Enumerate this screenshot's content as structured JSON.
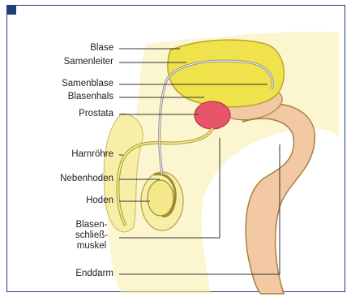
{
  "labels": {
    "blase": "Blase",
    "samenleiter": "Samenleiter",
    "samenblase": "Samenblase",
    "blasenhals": "Blasenhals",
    "prostata": "Prostata",
    "harnroehre": "Harnröhre",
    "nebenhoden": "Nebenhoden",
    "hoden": "Hoden",
    "blasenschliessmuskel": "Blasen-\nschließ-\nmuskel",
    "enddarm": "Enddarm"
  },
  "colors": {
    "frame": "#1f3f79",
    "bladder": "#f2e24a",
    "prostate": "#e8556a",
    "tissue": "#f7efa8",
    "rectum": "#f3c9a3",
    "outline": "#8a7a3a"
  }
}
